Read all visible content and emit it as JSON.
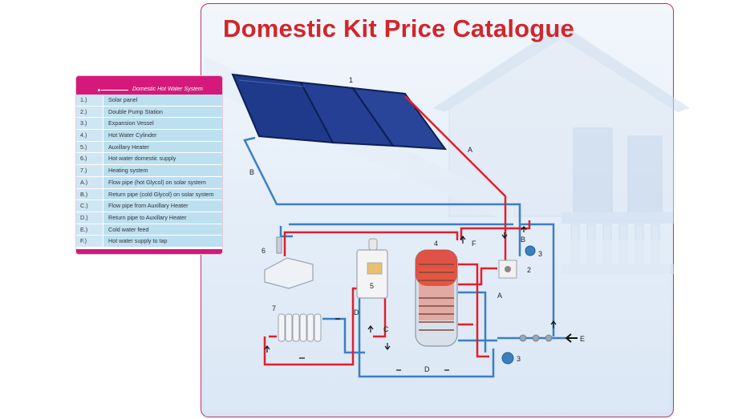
{
  "title": "Domestic Kit Price Catalogue",
  "legend": {
    "header": "Domestic Hot Water System",
    "items": [
      {
        "key": "1.)",
        "label": "Solar panel"
      },
      {
        "key": "2.)",
        "label": "Double Pump Station"
      },
      {
        "key": "3.)",
        "label": "Expansion Vessel"
      },
      {
        "key": "4.)",
        "label": "Hot Water Cylinder"
      },
      {
        "key": "5.)",
        "label": "Auxillary Heater"
      },
      {
        "key": "6.)",
        "label": "Hot water domestic supply"
      },
      {
        "key": "7.)",
        "label": "Heating system"
      },
      {
        "key": "A.)",
        "label": "Flow pipe (hot Glycol) on solar system"
      },
      {
        "key": "B.)",
        "label": "Return pipe (cold Glycol) on solar system"
      },
      {
        "key": "C.)",
        "label": "Flow pipe from Auxillary Heater"
      },
      {
        "key": "D.)",
        "label": "Return pipe to Auxillary Heater"
      },
      {
        "key": "E.)",
        "label": "Cold water feed"
      },
      {
        "key": "F.)",
        "label": "Hot water supply to tap"
      }
    ]
  },
  "diagram_labels": {
    "n1": "1",
    "n2": "2",
    "n3a": "3",
    "n3b": "3",
    "n4": "4",
    "n5": "5",
    "n6": "6",
    "n7": "7",
    "A1": "A",
    "A2": "A",
    "B1": "B",
    "B2": "B",
    "C": "C",
    "D1": "D",
    "D2": "D",
    "E": "E",
    "F": "F"
  },
  "colors": {
    "title": "#d1262b",
    "accent": "#d4197a",
    "hot_pipe": "#e0202a",
    "cold_pipe": "#3b7fc2",
    "panel": "#1f3a8a"
  }
}
